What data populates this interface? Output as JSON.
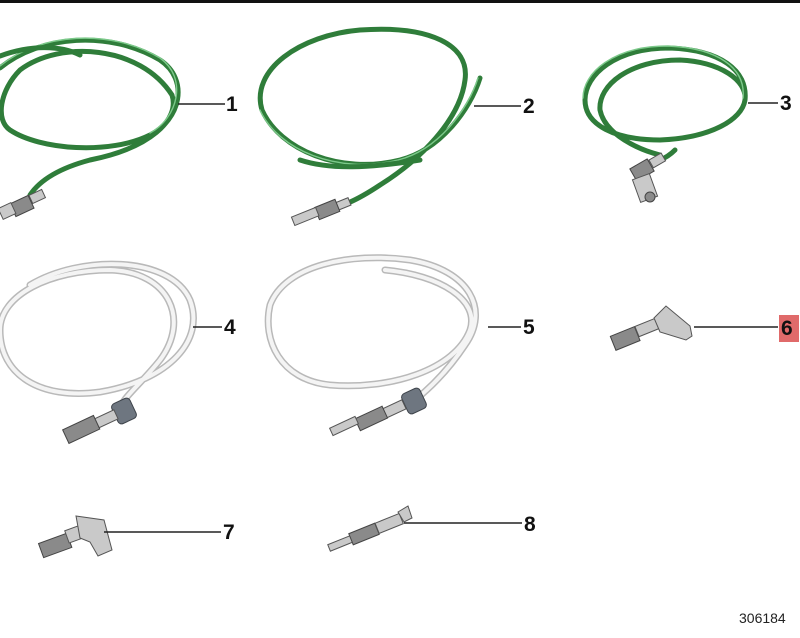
{
  "diagram": {
    "callouts": [
      "1",
      "2",
      "3",
      "4",
      "5",
      "6",
      "7",
      "8"
    ],
    "highlighted_callout": "6",
    "highlight_color": "#e06a6a",
    "reference_number": "306184"
  },
  "colors": {
    "wire_green": "#2f7d3a",
    "wire_white": "#e8e8e8",
    "terminal_metal": "#c9c9c9"
  }
}
